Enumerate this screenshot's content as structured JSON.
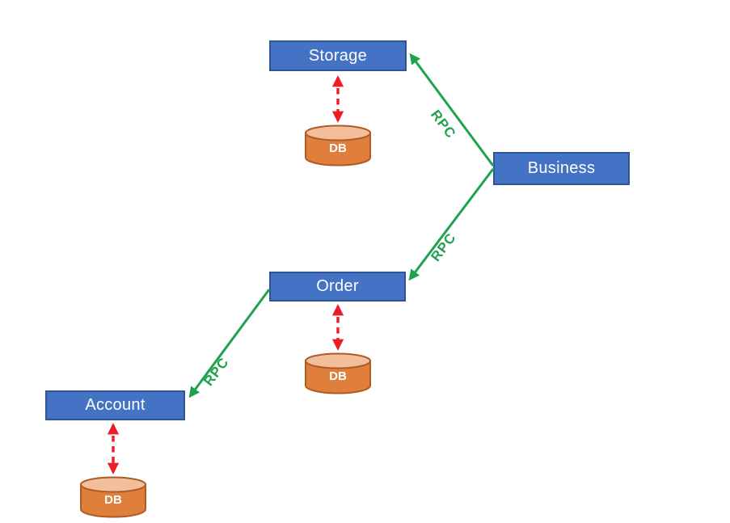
{
  "diagram": {
    "nodes": [
      {
        "id": "storage",
        "label": "Storage"
      },
      {
        "id": "business",
        "label": "Business"
      },
      {
        "id": "order",
        "label": "Order"
      },
      {
        "id": "account",
        "label": "Account"
      }
    ],
    "databases": [
      {
        "id": "storage-db",
        "label": "DB",
        "attached_to": "storage"
      },
      {
        "id": "order-db",
        "label": "DB",
        "attached_to": "order"
      },
      {
        "id": "account-db",
        "label": "DB",
        "attached_to": "account"
      }
    ],
    "edges": [
      {
        "id": "business-to-storage",
        "from": "business",
        "to": "storage",
        "label": "RPC",
        "style": "solid",
        "arrow": "single"
      },
      {
        "id": "business-to-order",
        "from": "business",
        "to": "order",
        "label": "RPC",
        "style": "solid",
        "arrow": "single"
      },
      {
        "id": "order-to-account",
        "from": "order",
        "to": "account",
        "label": "RPC",
        "style": "solid",
        "arrow": "single"
      }
    ],
    "db_links": [
      {
        "id": "storage-db-link",
        "between": [
          "storage",
          "storage-db"
        ],
        "style": "dashed",
        "arrow": "double"
      },
      {
        "id": "order-db-link",
        "between": [
          "order",
          "order-db"
        ],
        "style": "dashed",
        "arrow": "double"
      },
      {
        "id": "account-db-link",
        "between": [
          "account",
          "account-db"
        ],
        "style": "dashed",
        "arrow": "double"
      }
    ],
    "colors": {
      "node_fill": "#4472C4",
      "node_border": "#2F5597",
      "node_text": "#FFFFFF",
      "db_body": "#E07E3C",
      "db_top": "#F2BE9B",
      "db_border": "#AE5B25",
      "db_text": "#FFFFFF",
      "rpc_arrow_green": "#1FA24D",
      "db_link_red": "#EE1C24",
      "background": "#FFFFFF"
    }
  }
}
